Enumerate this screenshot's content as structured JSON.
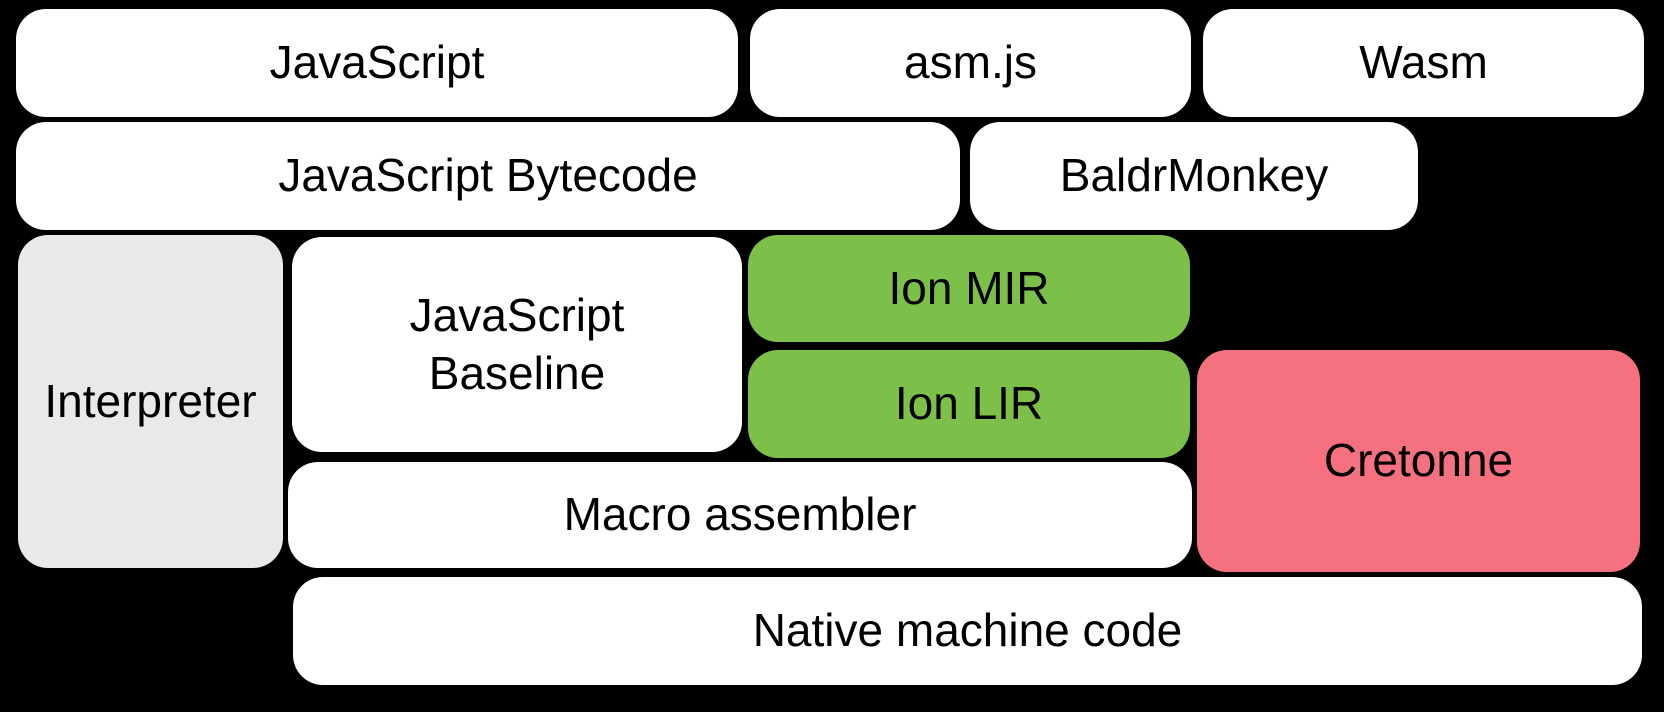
{
  "diagram": {
    "background": "#000000",
    "text_color": "#000000",
    "palette": {
      "box_white": "#ffffff",
      "box_gray": "#e9e9e9",
      "box_green": "#7cc04a",
      "box_pink": "#f5717f"
    },
    "nodes": [
      {
        "label": "JavaScript",
        "color": "#ffffff"
      },
      {
        "label": "asm.js",
        "color": "#ffffff"
      },
      {
        "label": "Wasm",
        "color": "#ffffff"
      },
      {
        "label": "JavaScript Bytecode",
        "color": "#ffffff"
      },
      {
        "label": "BaldrMonkey",
        "color": "#ffffff"
      },
      {
        "label": "Interpreter",
        "color": "#e9e9e9"
      },
      {
        "label": "JavaScript\nBaseline",
        "color": "#ffffff"
      },
      {
        "label": "Ion MIR",
        "color": "#7cc04a"
      },
      {
        "label": "Ion LIR",
        "color": "#7cc04a"
      },
      {
        "label": "Cretonne",
        "color": "#f5717f"
      },
      {
        "label": "Macro assembler",
        "color": "#ffffff"
      },
      {
        "label": "Native machine code",
        "color": "#ffffff"
      }
    ]
  }
}
